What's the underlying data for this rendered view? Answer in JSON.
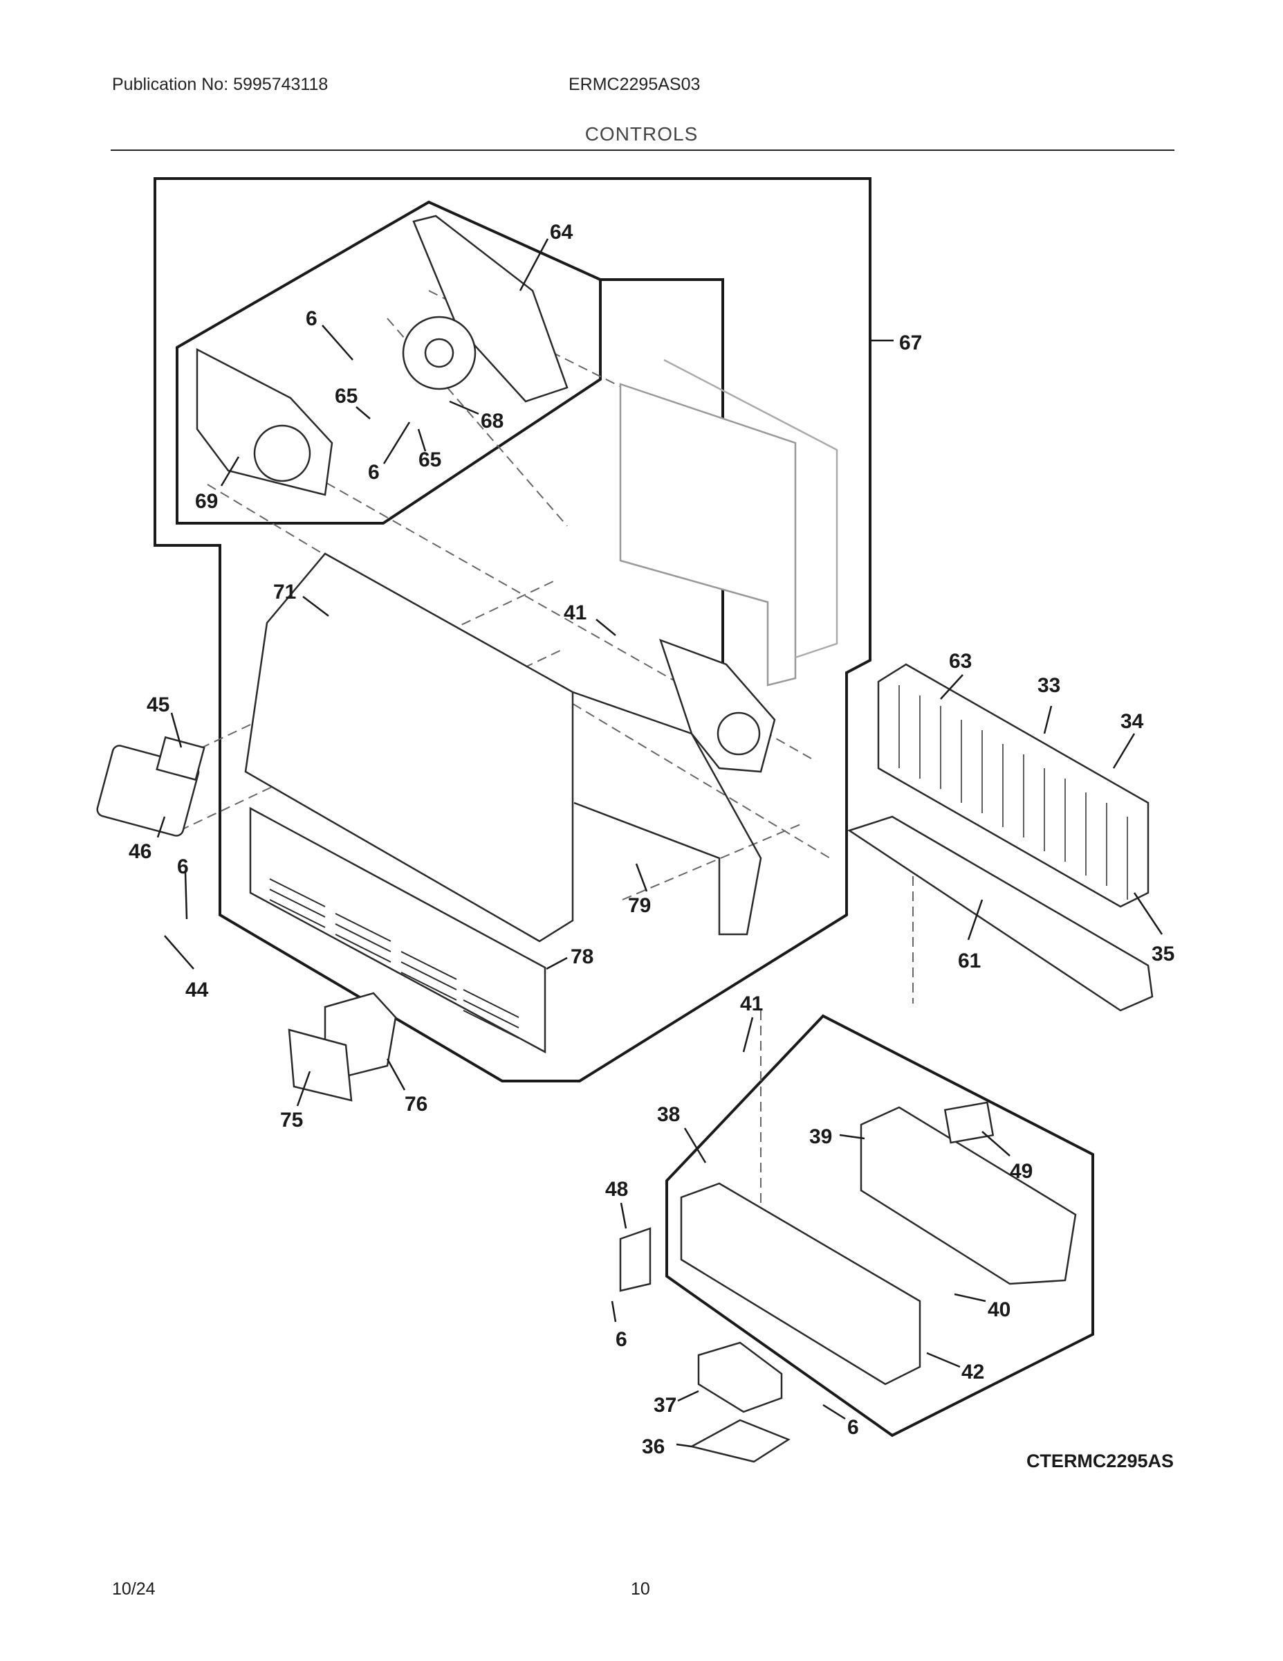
{
  "header": {
    "publication": "Publication No: 5995743118",
    "model": "ERMC2295AS03",
    "section_title": "CONTROLS"
  },
  "diagram": {
    "reference_code": "CTERMC2295AS",
    "callouts": [
      "64",
      "6",
      "65",
      "68",
      "6",
      "65",
      "69",
      "67",
      "71",
      "41",
      "45",
      "46",
      "6",
      "44",
      "78",
      "79",
      "76",
      "75",
      "63",
      "33",
      "34",
      "35",
      "61",
      "41",
      "38",
      "39",
      "49",
      "48",
      "40",
      "6",
      "42",
      "37",
      "36",
      "6"
    ]
  },
  "footer": {
    "date": "10/24",
    "page": "10"
  }
}
